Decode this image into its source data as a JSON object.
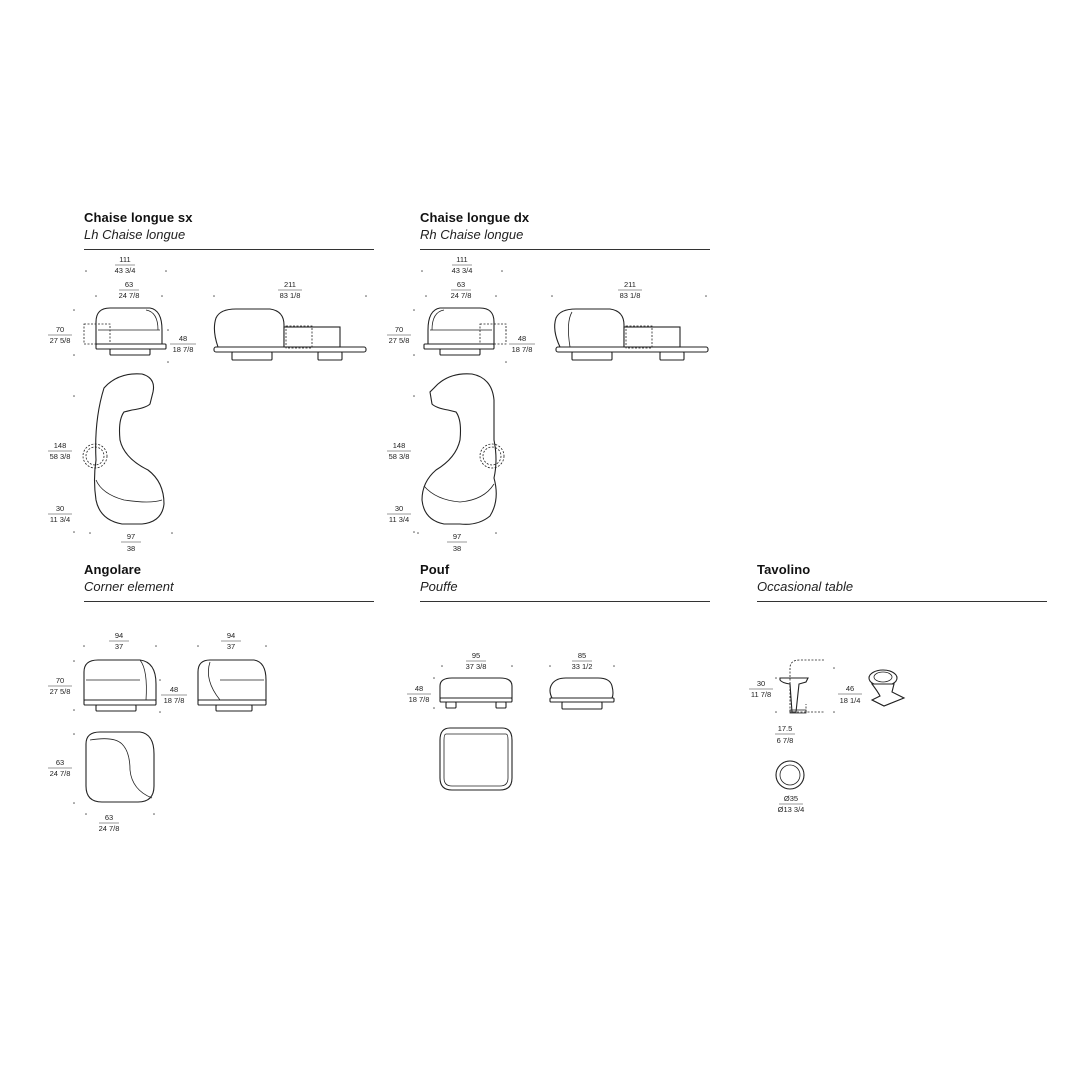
{
  "sections": {
    "chaise_sx": {
      "title": "Chaise longue sx",
      "subtitle": "Lh Chaise longue"
    },
    "chaise_dx": {
      "title": "Chaise longue dx",
      "subtitle": "Rh Chaise longue"
    },
    "angolare": {
      "title": "Angolare",
      "subtitle": "Corner element"
    },
    "pouf": {
      "title": "Pouf",
      "subtitle": "Pouffe"
    },
    "tavolino": {
      "title": "Tavolino",
      "subtitle": "Occasional table"
    }
  },
  "dimensions": {
    "sx_width_total_cm": "111",
    "sx_width_total_in": "43 3/4",
    "sx_width_seat_cm": "63",
    "sx_width_seat_in": "24 7/8",
    "sx_length_cm": "211",
    "sx_length_in": "83 1/8",
    "sx_height_cm": "70",
    "sx_height_in": "27 5/8",
    "sx_seat_h_cm": "48",
    "sx_seat_h_in": "18 7/8",
    "sx_depth_cm": "148",
    "sx_depth_in": "58 3/8",
    "sx_small_cm": "30",
    "sx_small_in": "11 3/4",
    "sx_bottom_cm": "97",
    "sx_bottom_in": "38",
    "dx_width_total_cm": "111",
    "dx_width_total_in": "43 3/4",
    "dx_width_seat_cm": "63",
    "dx_width_seat_in": "24 7/8",
    "dx_length_cm": "211",
    "dx_length_in": "83 1/8",
    "dx_height_cm": "70",
    "dx_height_in": "27 5/8",
    "dx_seat_h_cm": "48",
    "dx_seat_h_in": "18 7/8",
    "dx_depth_cm": "148",
    "dx_depth_in": "58 3/8",
    "dx_small_cm": "30",
    "dx_small_in": "11 3/4",
    "dx_bottom_cm": "97",
    "dx_bottom_in": "38",
    "ang_w1_cm": "94",
    "ang_w1_in": "37",
    "ang_w2_cm": "94",
    "ang_w2_in": "37",
    "ang_height_cm": "70",
    "ang_height_in": "27 5/8",
    "ang_seat_h_cm": "48",
    "ang_seat_h_in": "18 7/8",
    "ang_depth_cm": "63",
    "ang_depth_in": "24 7/8",
    "ang_bottom_cm": "63",
    "ang_bottom_in": "24 7/8",
    "pouf_w1_cm": "95",
    "pouf_w1_in": "37 3/8",
    "pouf_w2_cm": "85",
    "pouf_w2_in": "33 1/2",
    "pouf_h_cm": "48",
    "pouf_h_in": "18 7/8",
    "tav_h_cm": "30",
    "tav_h_in": "11 7/8",
    "tav_h2_cm": "46",
    "tav_h2_in": "18 1/4",
    "tav_small_cm": "17.5",
    "tav_small_in": "6 7/8",
    "tav_diam_cm": "Ø35",
    "tav_diam_in": "Ø13 3/4"
  }
}
